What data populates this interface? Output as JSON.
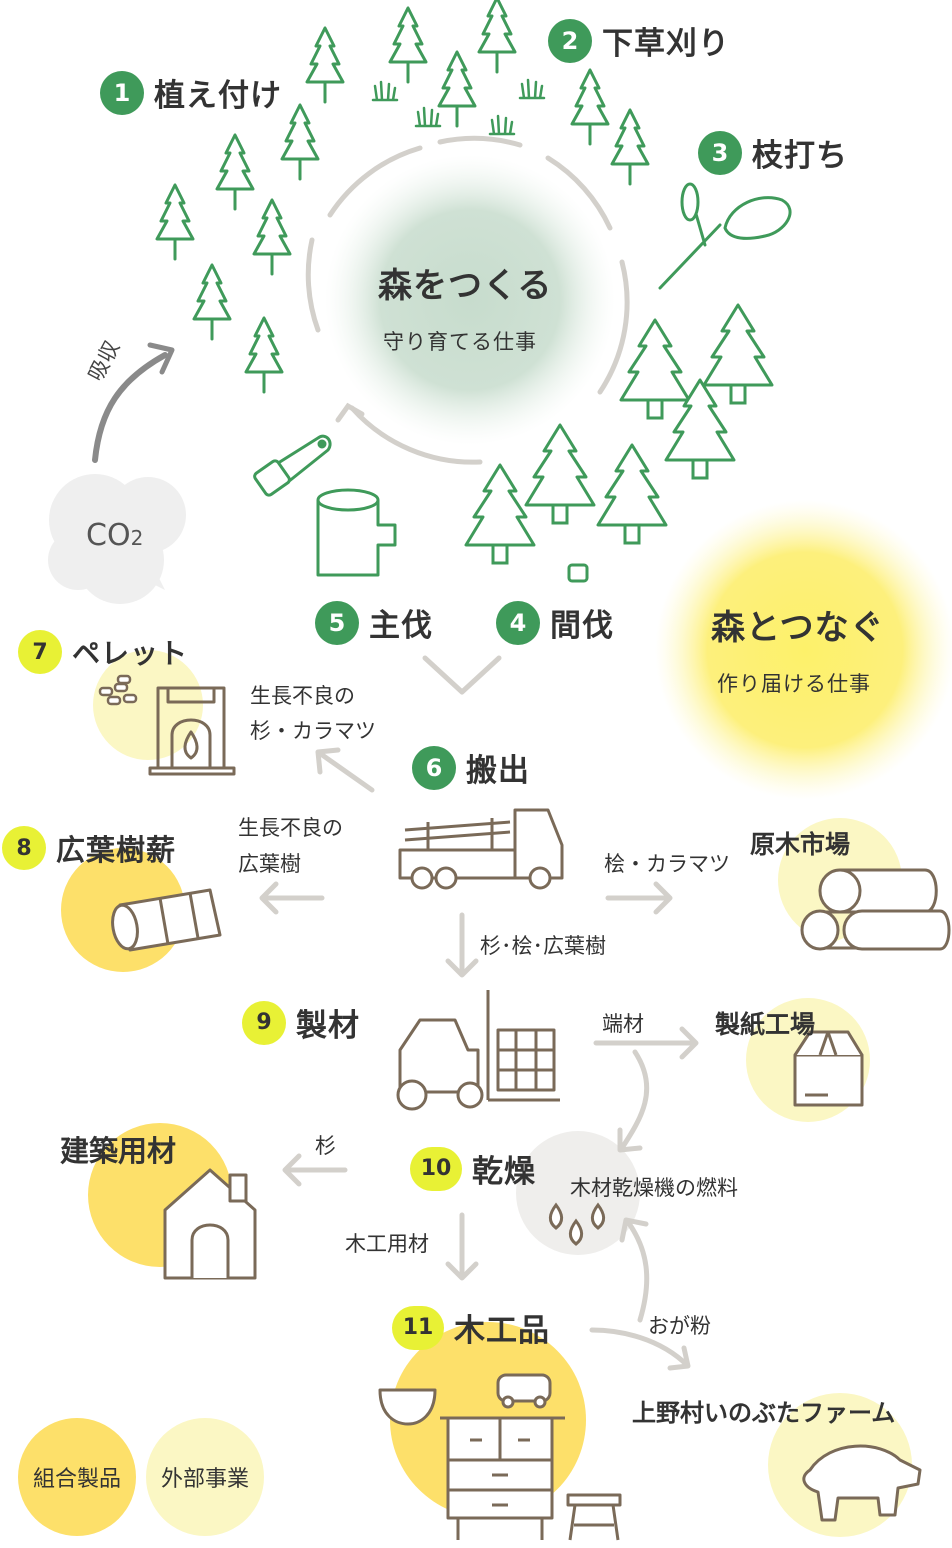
{
  "center_circle": {
    "title": "森をつくる",
    "subtitle": "守り育てる仕事"
  },
  "yellow_circle": {
    "title": "森とつなぐ",
    "subtitle": "作り届ける仕事"
  },
  "co2": {
    "label_main": "CO",
    "label_sub": "2",
    "absorb": "吸収"
  },
  "steps": [
    {
      "num": "1",
      "label": "植え付け"
    },
    {
      "num": "2",
      "label": "下草刈り"
    },
    {
      "num": "3",
      "label": "枝打ち"
    },
    {
      "num": "4",
      "label": "間伐"
    },
    {
      "num": "5",
      "label": "主伐"
    },
    {
      "num": "6",
      "label": "搬出"
    },
    {
      "num": "7",
      "label": "ペレット"
    },
    {
      "num": "8",
      "label": "広葉樹薪"
    },
    {
      "num": "9",
      "label": "製材"
    },
    {
      "num": "10",
      "label": "乾燥"
    },
    {
      "num": "11",
      "label": "木工品"
    }
  ],
  "flow_labels": {
    "pellet_source_1": "生長不良の",
    "pellet_source_2": "杉・カラマツ",
    "firewood_source_1": "生長不良の",
    "firewood_source_2": "広葉樹",
    "market_source": "桧・カラマツ",
    "lumber_source": "杉･桧･広葉樹",
    "offcut": "端材",
    "cedar": "杉",
    "woodwork_material": "木工用材",
    "sawdust": "おが粉"
  },
  "destinations": {
    "log_market": "原木市場",
    "paper_mill": "製紙工場",
    "building_material": "建築用材",
    "dryer_fuel": "木材乾燥機の燃料",
    "farm": "上野村いのぶたファーム"
  },
  "legend": {
    "cooperative": "組合製品",
    "external": "外部事業"
  },
  "colors": {
    "green": "#3f9a5a",
    "accent_yellow": "#e8f135",
    "orange_yellow": "#fde06a",
    "pale_yellow": "#fbf7c4",
    "line_brown": "#7a6a58"
  }
}
